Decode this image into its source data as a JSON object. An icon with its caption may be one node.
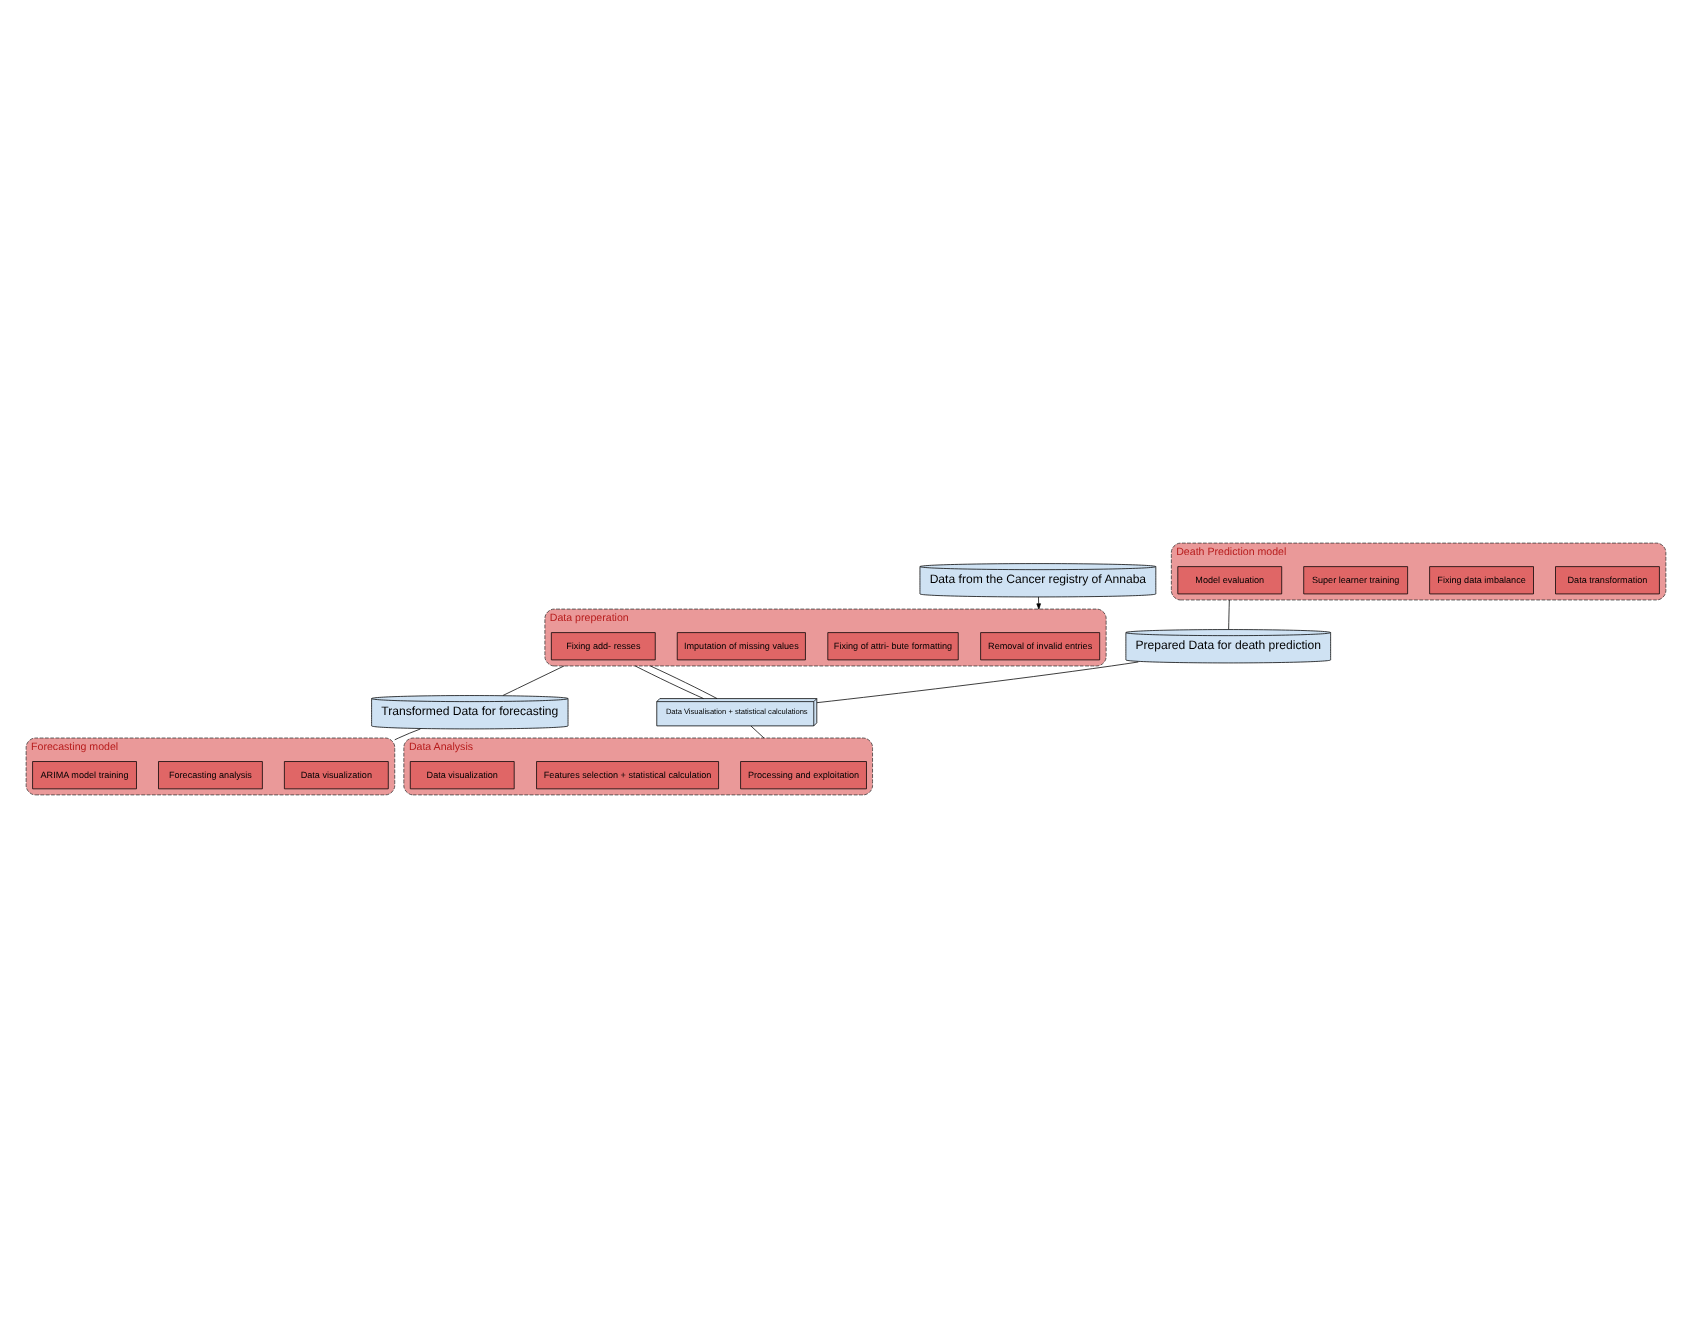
{
  "diagram": {
    "nodes": [
      {
        "text": [
          "Data from the Cancer registry of Annaba"
        ]
      },
      {
        "text": [
          "Data preperation"
        ]
      },
      {
        "text": [
          "Removal of invalid entries"
        ],
        "in": 1
      },
      {
        "text": [
          "Fixing of attri- bute formatting"
        ],
        "in": 1
      },
      {
        "text": [
          "Imputation of missing values"
        ],
        "in": 1
      },
      {
        "text": [
          "Fixing add- resses"
        ],
        "in": 1
      },
      {
        "text": [
          "Death Prediction model"
        ]
      },
      {
        "text": [
          "Data transformation"
        ],
        "in": 6
      },
      {
        "text": [
          "Fixing data imbalance"
        ],
        "in": 6
      },
      {
        "text": [
          "Super learner training"
        ],
        "in": 6
      },
      {
        "text": [
          "Model evaluation"
        ],
        "in": 6
      },
      {
        "text": [
          "Forecasting model"
        ]
      },
      {
        "text": [
          "Data visualization"
        ],
        "in": 11
      },
      {
        "text": [
          "Forecasting analysis"
        ],
        "in": 11
      },
      {
        "text": [
          "ARIMA model training"
        ],
        "in": 11
      },
      {
        "text": [
          "Data Analysis"
        ]
      },
      {
        "text": [
          "Processing and exploitation"
        ],
        "in": 15
      },
      {
        "text": [
          "Features selection + statistical calculation"
        ],
        "in": 15
      },
      {
        "text": [
          "Data visualization"
        ],
        "in": 15
      },
      {
        "text": [
          "Prepared Data for death prediction"
        ]
      },
      {
        "text": [
          "Transformed Data for forecasting"
        ]
      },
      {
        "text": [
          "Data Visualisation + statistical calculations"
        ]
      }
    ],
    "edges": [
      {
        "from": 0,
        "to": 1,
        "arrow": "to"
      },
      {
        "from": 1,
        "to": 20,
        "arrow": "none"
      },
      {
        "from": 1,
        "to": 21,
        "arrow": "none"
      },
      {
        "from": 1,
        "to": 21,
        "arrow": "none"
      },
      {
        "from": 21,
        "to": 15,
        "arrow": "none"
      },
      {
        "from": 19,
        "to": 21,
        "arrow": "none"
      },
      {
        "from": 6,
        "to": 19,
        "arrow": "none"
      },
      {
        "from": 20,
        "to": 11,
        "arrow": "none"
      }
    ]
  }
}
